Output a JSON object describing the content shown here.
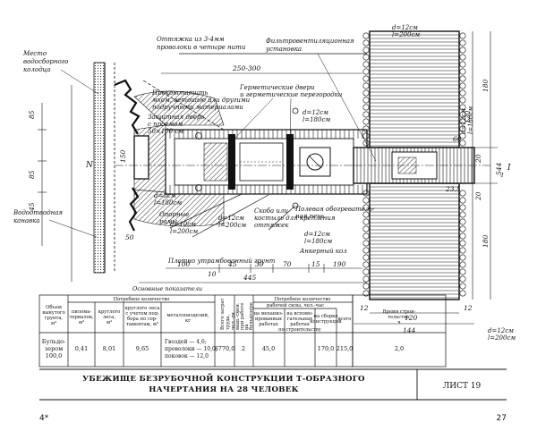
{
  "drawing": {
    "labels": {
      "well": [
        "Место",
        "водосборного",
        "колодца"
      ],
      "guy": [
        "Оттяжка из 3-4мм",
        "проволоки в четыре нити"
      ],
      "filter": [
        "Фильтровентиляционная",
        "установка"
      ],
      "caulk": [
        "Проконопатить",
        "мхом, ветошью или другими",
        "подручными материалами"
      ],
      "hermetic": [
        "Герметические двери",
        "и герметические перегородки"
      ],
      "protdoor": [
        "Защитная дверь",
        "с проемом",
        "50×100 см"
      ],
      "d8": [
        "d=8см",
        "l=180см"
      ],
      "supports": [
        "Опорные",
        "рамы"
      ],
      "d10": [
        "d=10см",
        "l=200см"
      ],
      "d12a": [
        "d=12см",
        "l=200см"
      ],
      "brace": [
        "Скоба или",
        "костыль для крепления",
        "оттяжек"
      ],
      "d12b": [
        "d=12см",
        "l=180см"
      ],
      "stove": [
        "Полевая обогреватель-",
        "ная печь"
      ],
      "anchor": "Анкерный кол",
      "drain": [
        "Водоотводная",
        "канавка"
      ],
      "soil": "Плотно утрамбованный грунт",
      "d12c": [
        "2",
        "d=12см",
        "l=180см"
      ],
      "d12d": [
        "d=12см",
        "l=200см"
      ],
      "d12e": [
        "d=12см",
        "l=180см"
      ],
      "d12f": [
        "d=12см",
        "l=200см"
      ],
      "N": "N",
      "one": "I",
      "small_i": "I"
    },
    "dims": {
      "d250": "250-300",
      "d85a": "85",
      "d85b": "85",
      "d45": "45",
      "d150": "150",
      "d50": "50",
      "d180a": "180",
      "d180b": "180",
      "d544": "544",
      "d60": "60",
      "d120v": "120",
      "d20a": "20",
      "d20b": "20",
      "d235": "23,5",
      "d12a": "12",
      "d12b": "12",
      "d120h": "120",
      "d144": "144",
      "row1": [
        "100",
        "45",
        "30",
        "70",
        "15",
        "190"
      ],
      "d445": "445",
      "d10": "10"
    }
  },
  "table": {
    "caption": "Основные показатели",
    "headers": {
      "volume": [
        "Объем",
        "вынутого",
        "грунта,",
        "м³"
      ],
      "calc_group": "Потребное количество",
      "lumber": [
        "пилома-",
        "териалов,",
        "м³"
      ],
      "round": [
        "круглого",
        "леса,",
        "м³"
      ],
      "round_long": [
        "круглого леса",
        "с учетом под-",
        "бора по сор-",
        "таментам, м³"
      ],
      "hardware": [
        "металлоизделий,",
        "кг"
      ],
      "total_work": [
        "Всего затрат",
        "труда,",
        "чел.-дн."
      ],
      "machine": [
        "маш.-смен.",
        "при работе",
        "на",
        "бульдозере"
      ],
      "labor_group": "Потребное количество",
      "worker_group": "рабочей силы, чел.-час",
      "mech": [
        "на механиз-",
        "ированных",
        "работах"
      ],
      "manual": [
        "на вспомо-",
        "гательных",
        "работах",
        "по строительству"
      ],
      "build": [
        "на сборке",
        "конструкций"
      ],
      "all": [
        "всего"
      ],
      "hours": [
        "Время строи-",
        "тельства,",
        "ч"
      ]
    },
    "row": {
      "volume": [
        "Бульдо-",
        "зером",
        "100,0"
      ],
      "lumber": "0,41",
      "round": "8,01",
      "round_long": "9,65",
      "hardware": [
        "Гвоздей — 4,6;",
        "проволоки — 10,0;",
        "поковок — 12,0"
      ],
      "total": "6770,0",
      "machine": "2",
      "mech": "45,0",
      "build": "170,0",
      "all": "215,0",
      "hours": "2,0"
    }
  },
  "title": [
    "УБЕЖИЩЕ БЕЗРУБОЧНОЙ КОНСТРУКЦИИ Т-ОБРАЗНОГО",
    "НАЧЕРТАНИЯ НА 28 ЧЕЛОВЕК"
  ],
  "sheet": "ЛИСТ 19",
  "page_left": "4*",
  "page_right": "27"
}
